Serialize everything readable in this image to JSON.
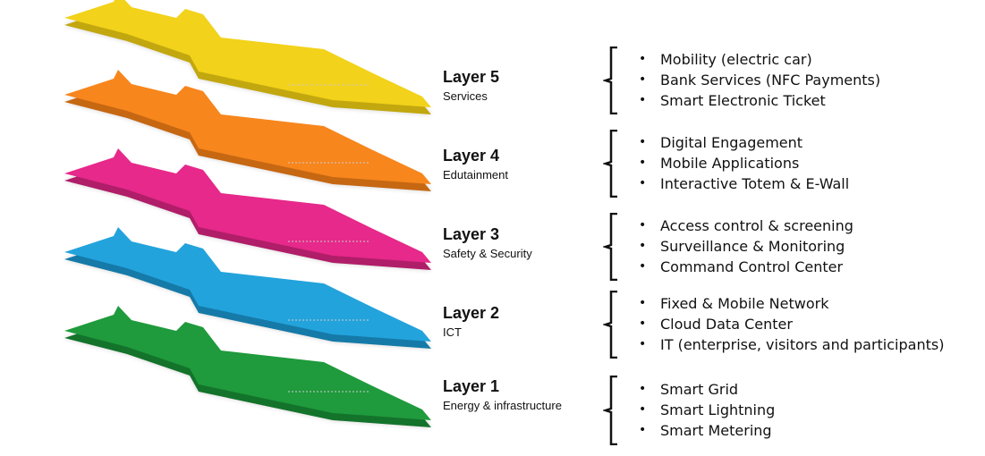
{
  "layers": [
    {
      "title": "Layer 5",
      "subtitle": "Services",
      "color": "#f2d21a",
      "items": [
        "Mobility (electric car)",
        "Bank Services (NFC Payments)",
        "Smart Electronic Ticket"
      ]
    },
    {
      "title": "Layer 4",
      "subtitle": "Edutainment",
      "color": "#f7861d",
      "items": [
        "Digital Engagement",
        "Mobile Applications",
        "Interactive Totem & E-Wall"
      ]
    },
    {
      "title": "Layer 3",
      "subtitle": "Safety & Security",
      "color": "#e6298a",
      "items": [
        "Access control & screening",
        "Surveillance & Monitoring",
        "Command Control Center"
      ]
    },
    {
      "title": "Layer 2",
      "subtitle": "ICT",
      "color": "#23a3dc",
      "items": [
        "Fixed & Mobile Network",
        "Cloud Data Center",
        "IT (enterprise, visitors and participants)"
      ]
    },
    {
      "title": "Layer 1",
      "subtitle": "Energy & infrastructure",
      "color": "#1f9a3c",
      "items": [
        "Smart Grid",
        "Smart  Lightning",
        "Smart Metering"
      ]
    }
  ]
}
